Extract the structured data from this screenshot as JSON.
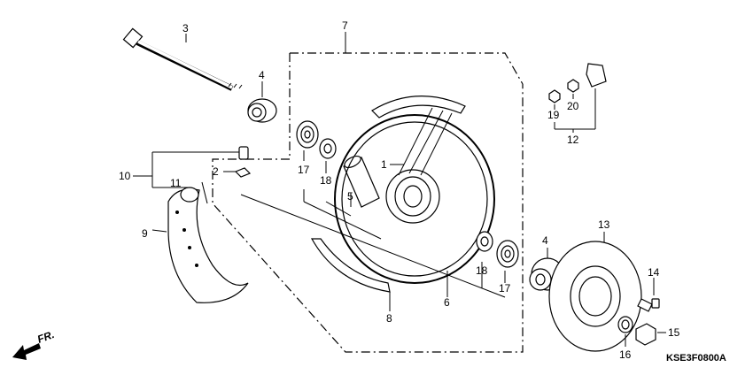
{
  "diagram_code": "KSE3F0800A",
  "direction_label": "FR.",
  "callouts": [
    {
      "id": "c1",
      "text": "1"
    },
    {
      "id": "c2",
      "text": "2"
    },
    {
      "id": "c3",
      "text": "3"
    },
    {
      "id": "c4a",
      "text": "4"
    },
    {
      "id": "c4b",
      "text": "4"
    },
    {
      "id": "c5",
      "text": "5"
    },
    {
      "id": "c6",
      "text": "6"
    },
    {
      "id": "c7",
      "text": "7"
    },
    {
      "id": "c8",
      "text": "8"
    },
    {
      "id": "c9",
      "text": "9"
    },
    {
      "id": "c10",
      "text": "10"
    },
    {
      "id": "c11",
      "text": "11"
    },
    {
      "id": "c12",
      "text": "12"
    },
    {
      "id": "c13",
      "text": "13"
    },
    {
      "id": "c14",
      "text": "14"
    },
    {
      "id": "c15",
      "text": "15"
    },
    {
      "id": "c16",
      "text": "16"
    },
    {
      "id": "c17a",
      "text": "17"
    },
    {
      "id": "c17b",
      "text": "17"
    },
    {
      "id": "c18a",
      "text": "18"
    },
    {
      "id": "c18b",
      "text": "18"
    },
    {
      "id": "c19",
      "text": "19"
    },
    {
      "id": "c20",
      "text": "20"
    }
  ]
}
